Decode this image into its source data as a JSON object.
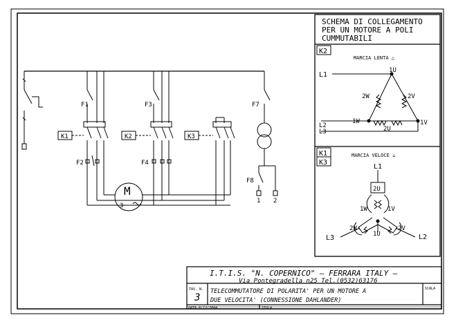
{
  "title_box": {
    "lines": [
      "SCHEMA DI COLLEGAMENTO",
      "PER UN MOTORE A POLI",
      "CUMMUTABILI"
    ]
  },
  "slow": {
    "contactor": "K2",
    "heading": "MARCIA LENTA △",
    "terminals": {
      "l1": "L1",
      "u1": "1U",
      "w2": "2W",
      "v2": "2V",
      "w1": "1W",
      "v1": "1V",
      "u2": "2U",
      "l2": "L2",
      "l3": "L3"
    }
  },
  "fast": {
    "contactors": [
      "K1",
      "K3"
    ],
    "heading": "MARCIA VELOCE ⊥",
    "terminals": {
      "l1": "L1",
      "u2": "2U",
      "w1": "1W",
      "v1": "1V",
      "w2": "2W",
      "v2": "2V",
      "u1": "1U",
      "l3": "L3",
      "l2": "L2"
    }
  },
  "schematic": {
    "fuses": [
      "F1",
      "F3",
      "F7",
      "F2",
      "F4",
      "F8"
    ],
    "contactors": [
      "K1",
      "K2",
      "K3"
    ],
    "motor_symbol": "M",
    "motor_phase": "3",
    "outputs": [
      "1",
      "2"
    ]
  },
  "title_block": {
    "school": "I.T.I.S. \"N. COPERNICO\" — FERRARA ITALY —",
    "address": "Via Pontegradella n25 Tel.(0532)63176",
    "tav_label": "TAV. N.",
    "tav_number": "3",
    "description_line1": "TELECOMMUTATORE DI POLARITA' PER UN MOTORE A",
    "description_line2": "DUE VELOCITA' (CONNESSIONE DAHLANDER)",
    "scale_label": "SCALA",
    "date": "DATA 6/12/2004",
    "sign_label": "SIGLA"
  }
}
